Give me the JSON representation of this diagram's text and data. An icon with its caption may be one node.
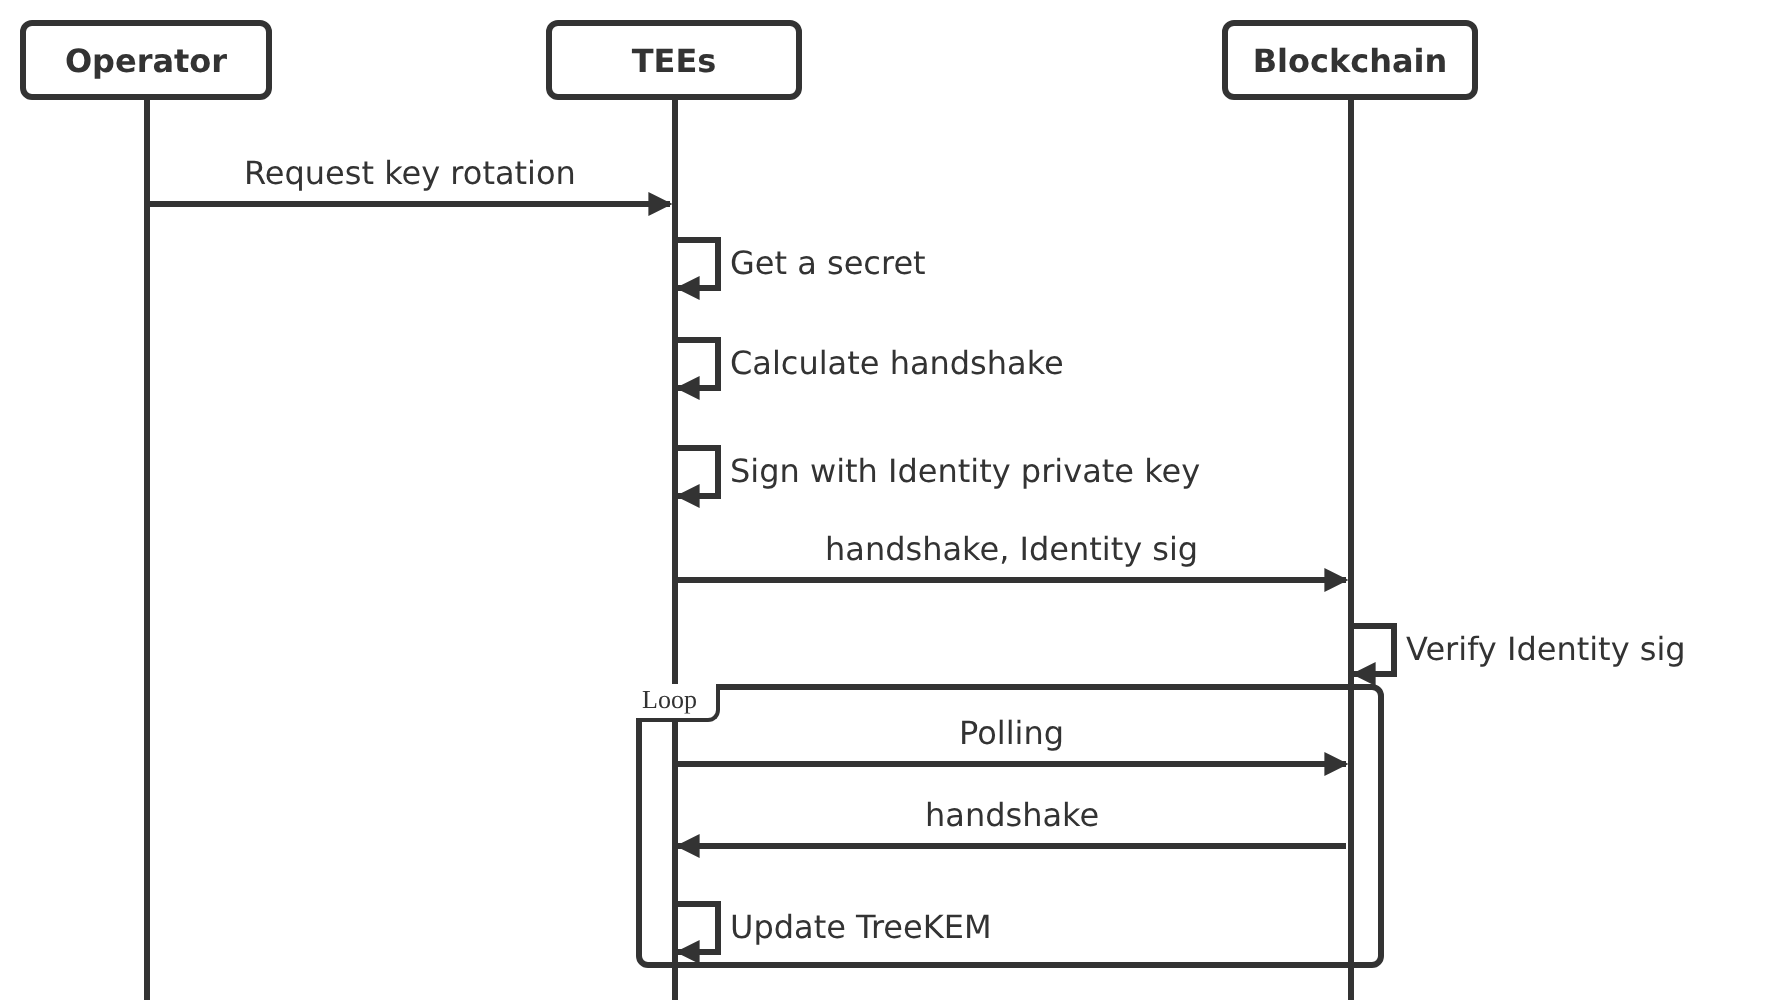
{
  "diagram": {
    "nodes": [
      {
        "text": [
          "Operator"
        ]
      },
      {
        "text": [
          "TEEs"
        ]
      },
      {
        "text": [
          "Blockchain"
        ]
      }
    ],
    "edges": [
      {
        "from": 0,
        "to": 1,
        "arrow": "to",
        "label": "Request key rotation"
      },
      {
        "from": 1,
        "to": 1,
        "arrow": "to",
        "label": "Get a secret"
      },
      {
        "from": 1,
        "to": 1,
        "arrow": "to",
        "label": "Calculate handshake"
      },
      {
        "from": 1,
        "to": 1,
        "arrow": "to",
        "label": "Sign with Identity private key"
      },
      {
        "from": 1,
        "to": 2,
        "arrow": "to",
        "label": "handshake, Identity sig"
      },
      {
        "from": 2,
        "to": 2,
        "arrow": "to",
        "label": "Verify Identity sig"
      },
      {
        "from": 1,
        "to": 2,
        "arrow": "to",
        "label": "Polling"
      },
      {
        "from": 2,
        "to": 1,
        "arrow": "to",
        "label": "handshake"
      },
      {
        "from": 1,
        "to": 1,
        "arrow": "to",
        "label": "Update TreeKEM"
      }
    ],
    "labels": [
      "Loop"
    ]
  }
}
